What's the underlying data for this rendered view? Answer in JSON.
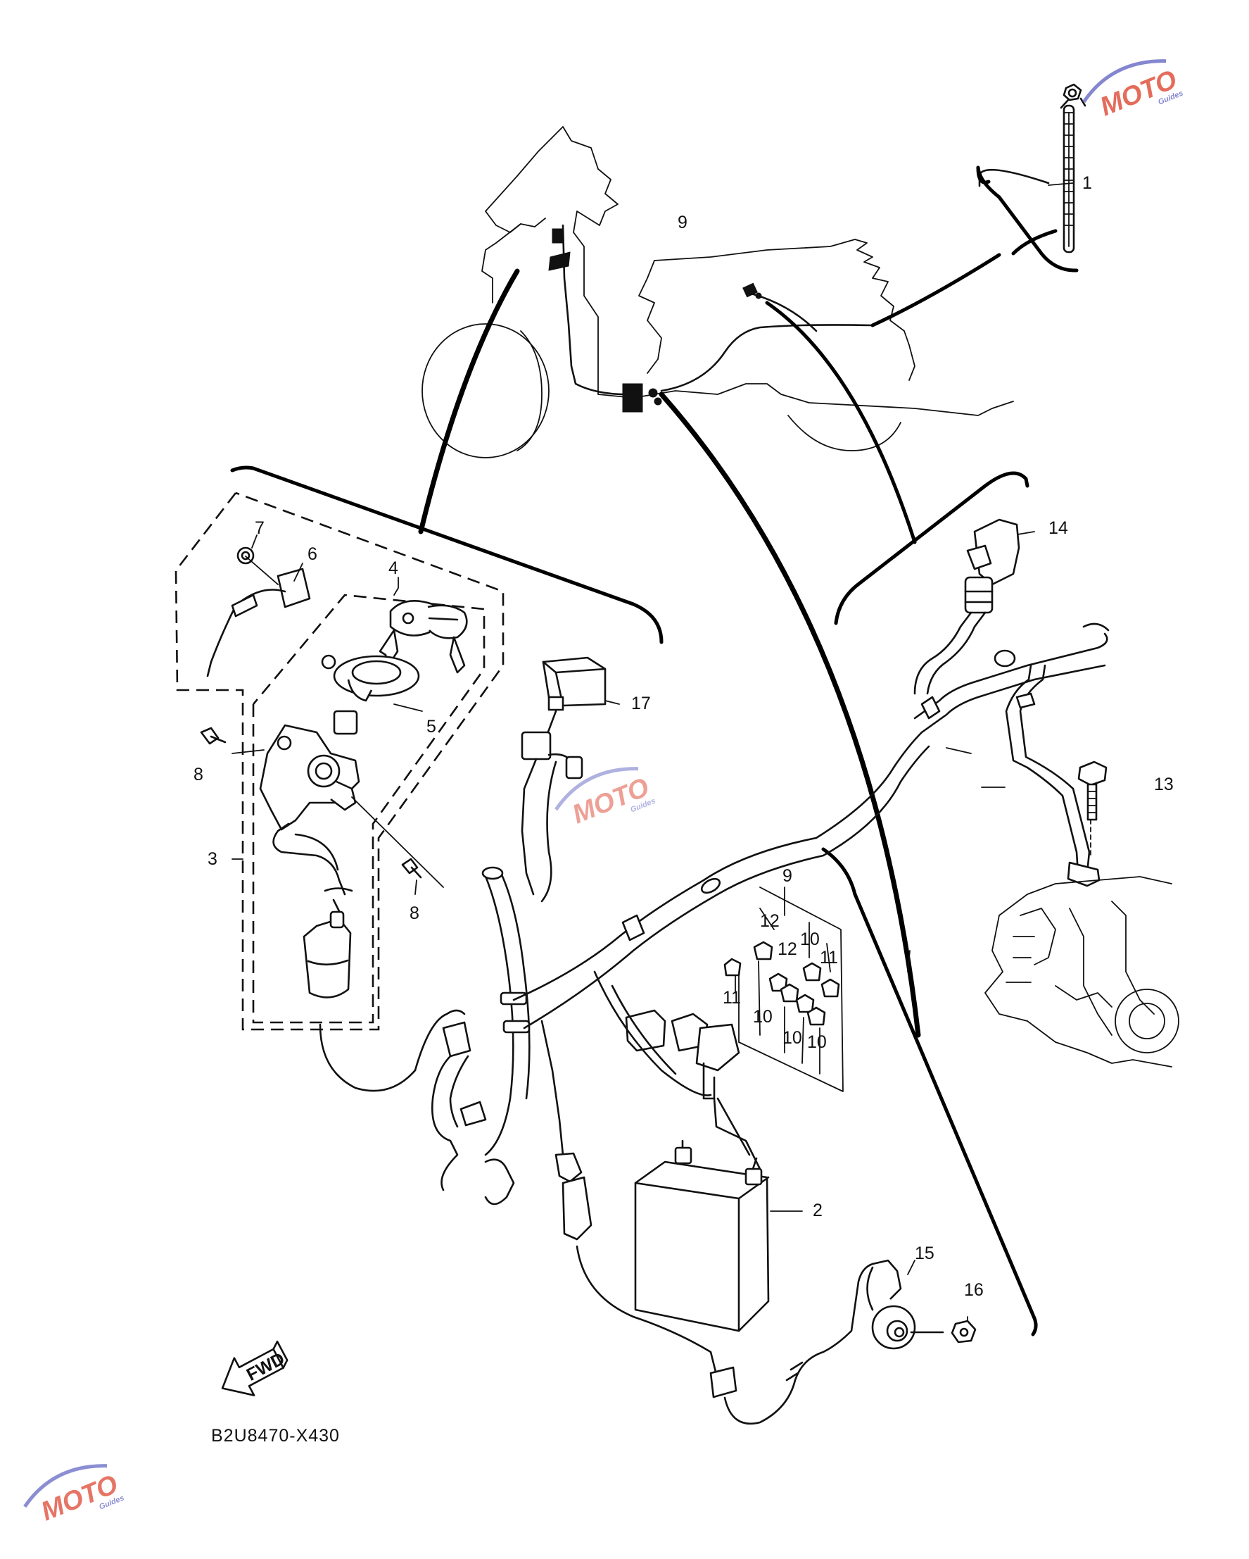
{
  "diagram": {
    "code": "B2U8470-X430",
    "fwd_label": "FWD",
    "callouts": [
      "1",
      "2",
      "3",
      "4",
      "5",
      "6",
      "7",
      "8",
      "8",
      "9",
      "9",
      "10",
      "10",
      "10",
      "10",
      "10",
      "11",
      "11",
      "11",
      "12",
      "12",
      "13",
      "14",
      "15",
      "16",
      "17"
    ]
  },
  "watermark": {
    "text": "MOTO",
    "subtext": "Guides",
    "color_primary": "#e0533f",
    "color_secondary": "#6f72c7"
  }
}
